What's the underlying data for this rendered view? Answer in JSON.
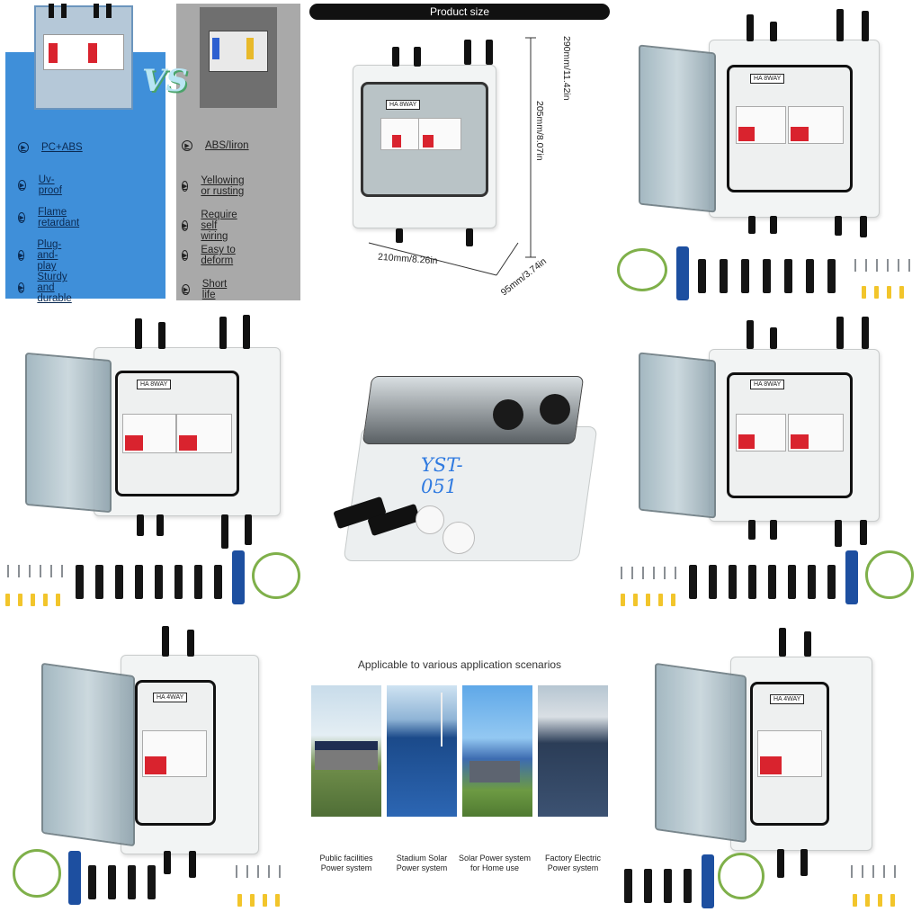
{
  "comparison": {
    "vs_label": "VS",
    "left_features": [
      "PC+ABS",
      "Uv-proof",
      "Flame retardant",
      "Plug-and-play",
      "Sturdy and durable"
    ],
    "right_features": [
      "ABS/Iiron",
      "Yellowing or rusting",
      "Require self wiring",
      "Easy to deform",
      "Short life"
    ],
    "colors": {
      "left_bg": "#3f8fd9",
      "right_bg": "#a9a9a9"
    }
  },
  "product_size": {
    "title": "Product size",
    "height_total": "290mm/11.42in",
    "height_panel": "205mm/8.07in",
    "width": "210mm/8.26in",
    "depth": "95mm/3.74in",
    "label": "HA 8WAY"
  },
  "product_views": {
    "label_8way": "HA 8WAY",
    "label_4way": "HA 4WAY",
    "model": "YST-051"
  },
  "applications": {
    "title": "Applicable to various application scenarios",
    "items": [
      {
        "caption_line1": "Public facilities",
        "caption_line2": "Power system"
      },
      {
        "caption_line1": "Stadium Solar",
        "caption_line2": "Power system"
      },
      {
        "caption_line1": "Solar Power system",
        "caption_line2": "for Home use"
      },
      {
        "caption_line1": "Factory Electric",
        "caption_line2": "Power system"
      }
    ]
  },
  "icons": [
    "arrow-circle-icon"
  ],
  "colors": {
    "accent_red": "#d9232e",
    "connector_black": "#151515",
    "wire_green": "#7fb04a",
    "wrench_blue": "#1d4fa0"
  }
}
